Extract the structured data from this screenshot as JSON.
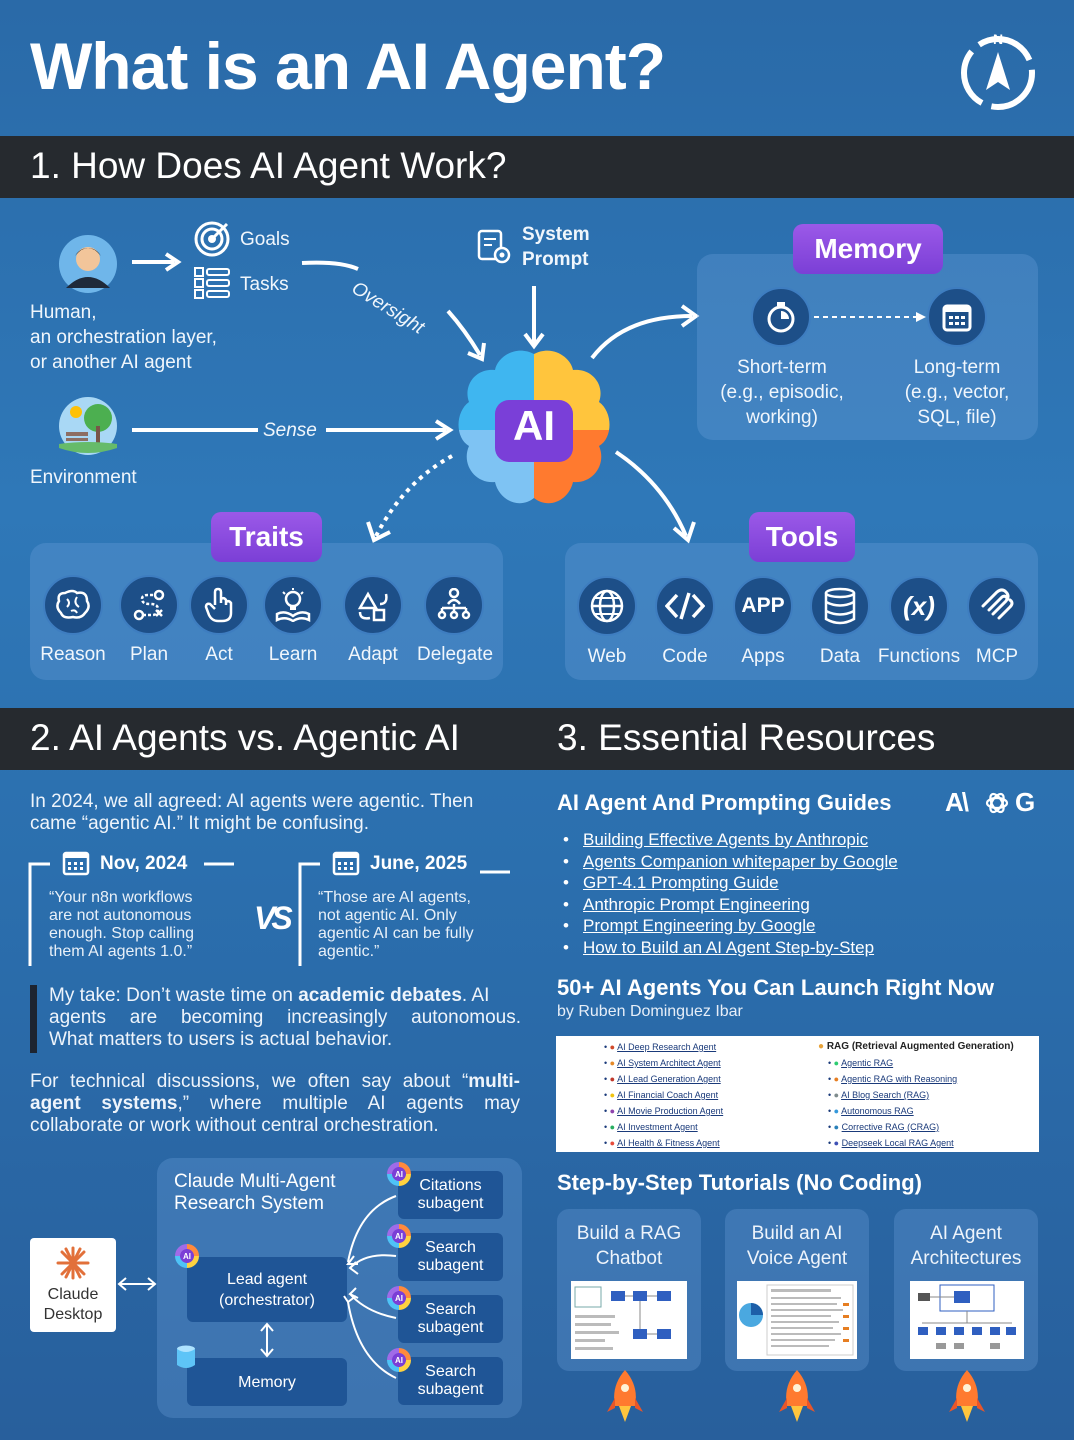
{
  "title": "What is an AI Agent?",
  "section1": {
    "heading": "1. How Does AI Agent Work?",
    "goals": "Goals",
    "tasks": "Tasks",
    "human_label": [
      "Human,",
      "an orchestration layer,",
      "or another AI agent"
    ],
    "environment": "Environment",
    "oversight": "Oversight",
    "sense": "Sense",
    "system_prompt": [
      "System",
      "Prompt"
    ],
    "ai_badge": "AI",
    "memory": {
      "title": "Memory",
      "short": [
        "Short-term",
        "(e.g., episodic,",
        "working)"
      ],
      "long": [
        "Long-term",
        "(e.g., vector,",
        "SQL, file)"
      ]
    },
    "traits": {
      "title": "Traits",
      "items": [
        {
          "label": "Reason",
          "icon": "brain-icon"
        },
        {
          "label": "Plan",
          "icon": "plan-icon"
        },
        {
          "label": "Act",
          "icon": "hand-icon"
        },
        {
          "label": "Learn",
          "icon": "lightbulb-book-icon"
        },
        {
          "label": "Adapt",
          "icon": "adapt-icon"
        },
        {
          "label": "Delegate",
          "icon": "hierarchy-icon"
        }
      ]
    },
    "tools": {
      "title": "Tools",
      "items": [
        {
          "label": "Web",
          "icon": "globe-icon"
        },
        {
          "label": "Code",
          "icon": "code-icon"
        },
        {
          "label": "Apps",
          "icon": "app-icon",
          "glyph": "APP"
        },
        {
          "label": "Data",
          "icon": "database-icon"
        },
        {
          "label": "Functions",
          "icon": "function-icon",
          "glyph": "(x)"
        },
        {
          "label": "MCP",
          "icon": "mcp-icon"
        }
      ]
    }
  },
  "section2": {
    "heading": "2. AI Agents vs. Agentic AI",
    "intro": [
      "In 2024, we all agreed: AI agents were agentic. Then",
      "came “agentic AI.” It might be confusing."
    ],
    "left": {
      "date": "Nov, 2024",
      "quote": [
        "“Your n8n workflows",
        "are not autonomous",
        "enough. Stop calling",
        "them AI agents 1.0.”"
      ]
    },
    "vs": "VS",
    "right": {
      "date": "June, 2025",
      "quote": [
        "“Those are AI agents,",
        "not agentic AI. Only",
        "agentic AI can be fully",
        "agentic.”"
      ]
    },
    "take": {
      "pre": "My take: Don’t waste time on ",
      "bold": "academic debates",
      "post": ". AI",
      "line2": "agents are becoming increasingly autonomous.",
      "line3": "What matters to users is actual behavior."
    },
    "tech": {
      "pre": "For technical discussions, we often say about “",
      "bold1": "multi-",
      "bold2": "agent systems",
      "post2": ",” where multiple AI agents may",
      "line3": "collaborate or work without central orchestration."
    },
    "diagram": {
      "title": [
        "Claude Multi-Agent",
        "Research System"
      ],
      "claude": [
        "Claude",
        "Desktop"
      ],
      "lead": [
        "Lead agent",
        "(orchestrator)"
      ],
      "memory": "Memory",
      "subagents": [
        [
          "Citations",
          "subagent"
        ],
        [
          "Search",
          "subagent"
        ],
        [
          "Search",
          "subagent"
        ],
        [
          "Search",
          "subagent"
        ]
      ],
      "ai_mini": "AI"
    }
  },
  "section3": {
    "heading": "3. Essential Resources",
    "guides_title": "AI Agent And Prompting Guides",
    "brand_marks": [
      "A\\",
      "G"
    ],
    "guides": [
      "Building Effective Agents by Anthropic",
      "Agents Companion whitepaper by Google",
      "GPT-4.1 Prompting Guide",
      "Anthropic Prompt Engineering",
      "Prompt Engineering by Google",
      "How to Build an AI Agent Step-by-Step"
    ],
    "agents_title": "50+ AI Agents You Can Launch Right Now",
    "agents_by": "by Ruben Dominguez Ibar",
    "agents_left": [
      "AI Deep Research Agent",
      "AI System Architect Agent",
      "AI Lead Generation Agent",
      "AI Financial Coach Agent",
      "AI Movie Production Agent",
      "AI Investment Agent",
      "AI Health & Fitness Agent"
    ],
    "agents_right_title": "RAG (Retrieval Augmented Generation)",
    "agents_right": [
      "Agentic RAG",
      "Agentic RAG with Reasoning",
      "AI Blog Search (RAG)",
      "Autonomous RAG",
      "Corrective RAG (CRAG)",
      "Deepseek Local RAG Agent"
    ],
    "tutorials_title": "Step-by-Step Tutorials (No Coding)",
    "tutorials": [
      [
        "Build a RAG",
        "Chatbot"
      ],
      [
        "Build an AI",
        "Voice Agent"
      ],
      [
        "AI Agent",
        "Architectures"
      ]
    ]
  }
}
